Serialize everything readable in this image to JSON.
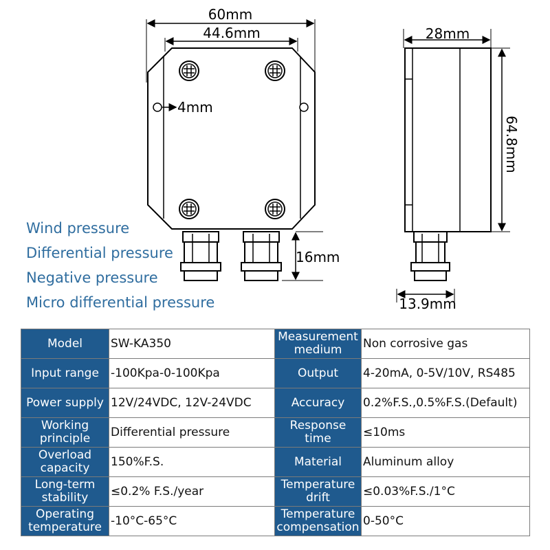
{
  "dimensions": {
    "width_total": "60mm",
    "width_inner": "44.6mm",
    "hole": "4mm",
    "fitting_height": "16mm",
    "depth": "28mm",
    "height": "64.8mm",
    "fitting_width": "13.9mm"
  },
  "features": [
    "Wind pressure",
    "Differential pressure",
    "Negative pressure",
    "Micro differential pressure"
  ],
  "colors": {
    "header_bg": "#1f5a8e",
    "feature_text": "#2f6d9f"
  },
  "specs": [
    {
      "k1": "Model",
      "v1": "SW-KA350",
      "k2": "Measurement medium",
      "v2": "Non corrosive gas"
    },
    {
      "k1": "Input range",
      "v1": "-100Kpa-0-100Kpa",
      "k2": "Output",
      "v2": "4-20mA, 0-5V/10V, RS485"
    },
    {
      "k1": "Power supply",
      "v1": "12V/24VDC, 12V-24VDC",
      "k2": "Accuracy",
      "v2": "0.2%F.S.,0.5%F.S.(Default)"
    },
    {
      "k1": "Working principle",
      "v1": "Differential pressure",
      "k2": "Response time",
      "v2": "≤10ms"
    },
    {
      "k1": "Overload capacity",
      "v1": "150%F.S.",
      "k2": "Material",
      "v2": "Aluminum alloy"
    },
    {
      "k1": "Long-term stability",
      "v1": "≤0.2% F.S./year",
      "k2": "Temperature drift",
      "v2": "≤0.03%F.S./1°C"
    },
    {
      "k1": "Operating temperature",
      "v1": "-10°C-65°C",
      "k2": "Temperature compensation",
      "v2": "0-50°C"
    }
  ]
}
